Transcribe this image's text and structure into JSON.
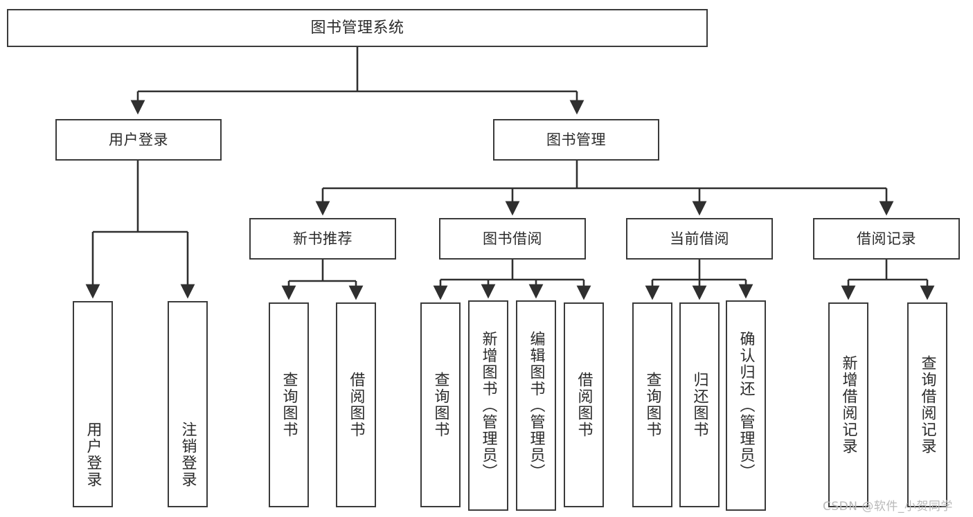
{
  "diagram": {
    "title": "图书管理系统",
    "type": "hierarchy-tree",
    "colors": {
      "background": "#ffffff",
      "border": "#3a3a3a",
      "text": "#2b2b2b",
      "connector": "#2f2f2f",
      "watermark": "#b9b9b9"
    },
    "root": {
      "label": "图书管理系统"
    },
    "level2": [
      {
        "label": "用户登录"
      },
      {
        "label": "图书管理"
      }
    ],
    "level3": [
      {
        "label": "新书推荐"
      },
      {
        "label": "图书借阅"
      },
      {
        "label": "当前借阅"
      },
      {
        "label": "借阅记录"
      }
    ],
    "leaves": {
      "user_login": [
        {
          "label": "用户登录"
        },
        {
          "label": "注销登录"
        }
      ],
      "new_book_recommend": [
        {
          "label": "查询图书"
        },
        {
          "label": "借阅图书"
        }
      ],
      "book_borrow": [
        {
          "label": "查询图书"
        },
        {
          "label": "新增图书（管理员）"
        },
        {
          "label": "编辑图书（管理员）"
        },
        {
          "label": "借阅图书"
        }
      ],
      "current_borrow": [
        {
          "label": "查询图书"
        },
        {
          "label": "归还图书"
        },
        {
          "label": "确认归还（管理员）"
        }
      ],
      "borrow_record": [
        {
          "label": "新增借阅记录"
        },
        {
          "label": "查询借阅记录"
        }
      ]
    },
    "watermark": "CSDN @软件_小贺同学"
  }
}
